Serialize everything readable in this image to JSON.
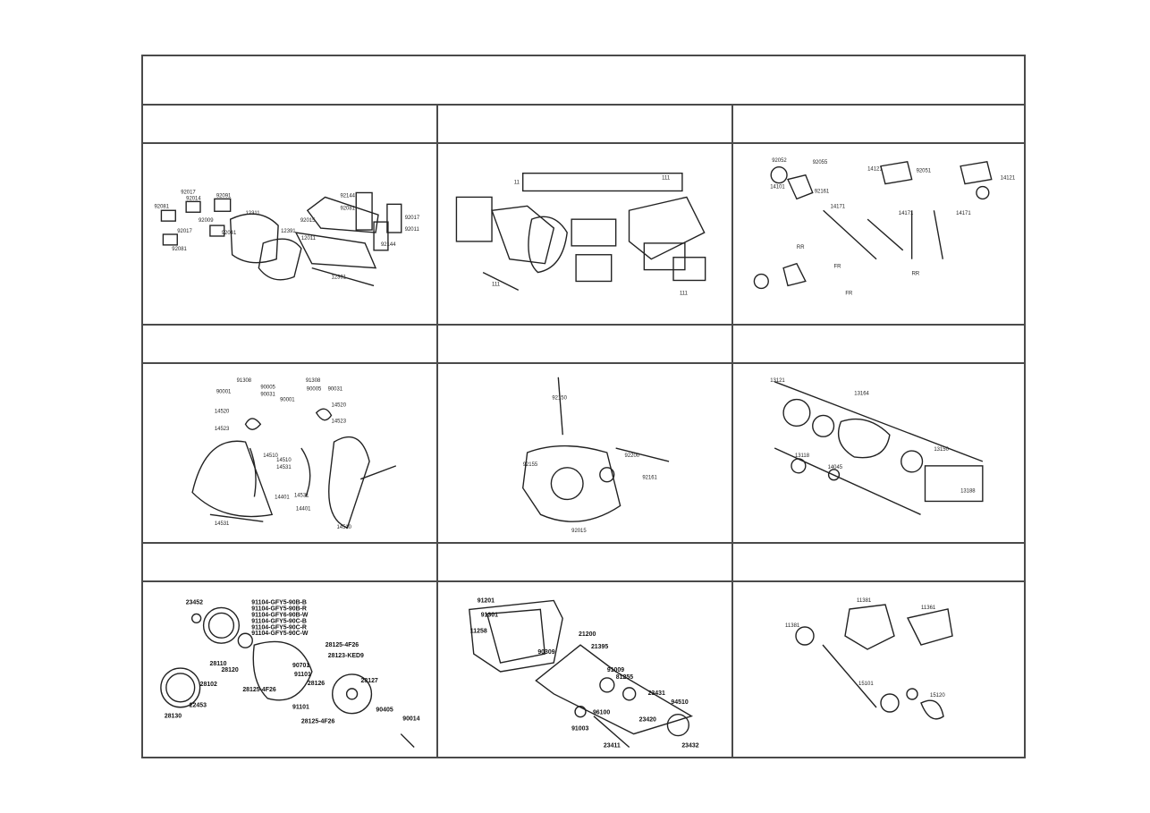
{
  "diagrams": {
    "cylinder_head_cover": [
      "92017",
      "92014",
      "92081",
      "92091",
      "92009",
      "92017",
      "92041",
      "92081",
      "12311",
      "12391",
      "92015",
      "92144",
      "92081",
      "92017",
      "92011",
      "92144",
      "12011",
      "12391"
    ],
    "cylinder_head": [
      "11",
      "111",
      "111",
      "111"
    ],
    "camshaft": [
      "92052",
      "92055",
      "14101",
      "14121",
      "14121",
      "92051",
      "92161",
      "14171",
      "14171",
      "14171",
      "RR",
      "FR",
      "RR",
      "FR"
    ],
    "cam_chain": [
      "91308",
      "91308",
      "90005",
      "90031",
      "90031",
      "90005",
      "90001",
      "90001",
      "14520",
      "14520",
      "14523",
      "14523",
      "14510",
      "14531",
      "14401",
      "14401",
      "14531",
      "14510",
      "14531",
      "14510"
    ],
    "crankcase_cover": [
      "92150",
      "92200",
      "92155",
      "92161",
      "92015"
    ],
    "clutch": [
      "13121",
      "13164",
      "13150",
      "13118",
      "14045",
      "13188"
    ],
    "starter_gear": [
      "23452",
      "91104-GFY5-90B-B",
      "91104-GFY5-90B-R",
      "91104-GFY6-90B-W",
      "91104-GFY5-90C-B",
      "91104-GFY5-90C-R",
      "91104-GFY5-90C-W",
      "28110",
      "28125-4F26",
      "28120",
      "28123-KED9",
      "90701",
      "91101",
      "28126",
      "28125-4F26",
      "28102",
      "22453",
      "28130",
      "28127",
      "91101",
      "28125-4F26",
      "90405",
      "90014"
    ],
    "transmission_cover": [
      "91201",
      "91301",
      "11258",
      "90309",
      "21200",
      "21395",
      "91009",
      "81255",
      "23431",
      "94510",
      "96100",
      "91003",
      "23420",
      "23411",
      "23432"
    ],
    "oil_pump": [
      "11381",
      "11361",
      "11381",
      "15101",
      "15120"
    ]
  }
}
